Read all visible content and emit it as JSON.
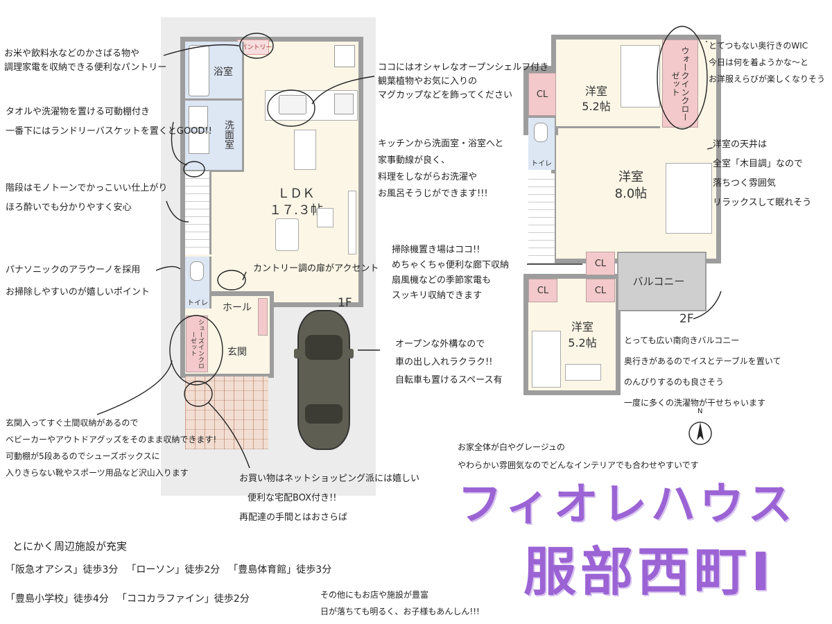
{
  "floor1": {
    "floor_label": "1F",
    "rooms": {
      "pantry": "パントリー",
      "bath": "浴室",
      "washroom": "洗面室",
      "ldk_name": "ＬＤＫ",
      "ldk_size": "１７.３帖",
      "toilet": "トイレ",
      "hall": "ホール",
      "shoes_closet": "シューズインクローゼット",
      "entrance": "玄関"
    }
  },
  "floor2": {
    "floor_label": "2F",
    "rooms": {
      "room_a_name": "洋室",
      "room_a_size": "5.2帖",
      "walk_in_closet": "ウォークインクローゼット",
      "room_b_name": "洋室",
      "room_b_size": "8.0帖",
      "toilet": "トイレ",
      "balcony": "バルコニー",
      "room_c_name": "洋室",
      "room_c_size": "5.2帖",
      "cl": "CL"
    }
  },
  "notes": {
    "pantry_note": [
      "お米や飲料水などのかさばる物や",
      "調理家電を収納できる便利なパントリー"
    ],
    "towel_note": [
      "タオルや洗濯物を置ける可動棚付き",
      "一番下にはランドリーバスケットを置くとGOOD!!"
    ],
    "stairs_note": [
      "階段はモノトーンでかっこいい仕上がり",
      "ほろ酔いでも分かりやすく安心"
    ],
    "toilet_note": [
      "パナソニックのアラウーノを採用",
      "お掃除しやすいのが嬉しいポイント"
    ],
    "country_door": "カントリー調の扉がアクセント",
    "shelf_note": [
      "ココにはオシャレなオープンシェルフ付き",
      "観葉植物やお気に入りの",
      "マグカップなどを飾ってください"
    ],
    "kitchen_note": [
      "キッチンから洗面室・浴室へと",
      "家事動線が良く、",
      "料理をしながらお洗濯や",
      "お風呂そうじができます!!!"
    ],
    "cleaner_note": [
      "掃除機置き場はココ!!",
      "めちゃくちゃ便利な廊下収納",
      "扇風機などの季節家電も",
      "スッキリ収納できます"
    ],
    "exterior_note": [
      "オープンな外構なので",
      "車の出し入れラクラク!!",
      "自転車も置けるスペース有"
    ],
    "wic_note": [
      "とてつもない奥行きのWIC",
      "今日は何を着ようかな〜と",
      "お洋服えらびが楽しくなりそう"
    ],
    "ceiling_note": [
      "洋室の天井は",
      "全室「木目調」なので",
      "落ちつく雰囲気",
      "リラックスして眠れそう"
    ],
    "balcony_note": [
      "とっても広い南向きバルコニー",
      "奥行きがあるのでイスとテーブルを置いて",
      "のんびりするのも良さそう",
      "一度に多くの洗濯物が干せちゃいます"
    ],
    "storage_note": [
      "玄関入ってすぐ土間収納があるので",
      "ベビーカーやアウトドアグッズをそのまま収納できます!",
      "可動棚が5段あるのでシューズボックスに",
      "入りきらない靴やスポーツ用品など沢山入ります"
    ],
    "delivery_note": [
      "お買い物はネットショッピング派には嬉しい",
      "便利な宅配BOX付き!!",
      "再配達の手間とはおさらば"
    ],
    "interior_note": [
      "お家全体が白やグレージュの",
      "やわらかい雰囲気なのでどんなインテリアでも合わせやすいです"
    ],
    "surroundings_title": "とにかく周辺施設が充実",
    "surroundings_line1": [
      "「阪急オアシス」徒歩3分",
      "「ローソン」徒歩2分",
      "「豊島体育館」徒歩3分"
    ],
    "surroundings_line2": [
      "「豊島小学校」徒歩4分",
      "「ココカラファイン」徒歩2分"
    ],
    "safety_note": [
      "その他にもお店や施設が豊富",
      "日が落ちても明るく、お子様もあんしん!!!"
    ]
  },
  "title": {
    "line1": "フィオレハウス",
    "line2": "服部西町Ⅰ"
  },
  "compass": "N",
  "colors": {
    "wall": "#9d9d9d",
    "floor": "#fbf6e6",
    "wet_area": "#dde6f3",
    "closet": "#f4c9cb",
    "balcony": "#cfcfcf",
    "title": "#9b63d4"
  }
}
